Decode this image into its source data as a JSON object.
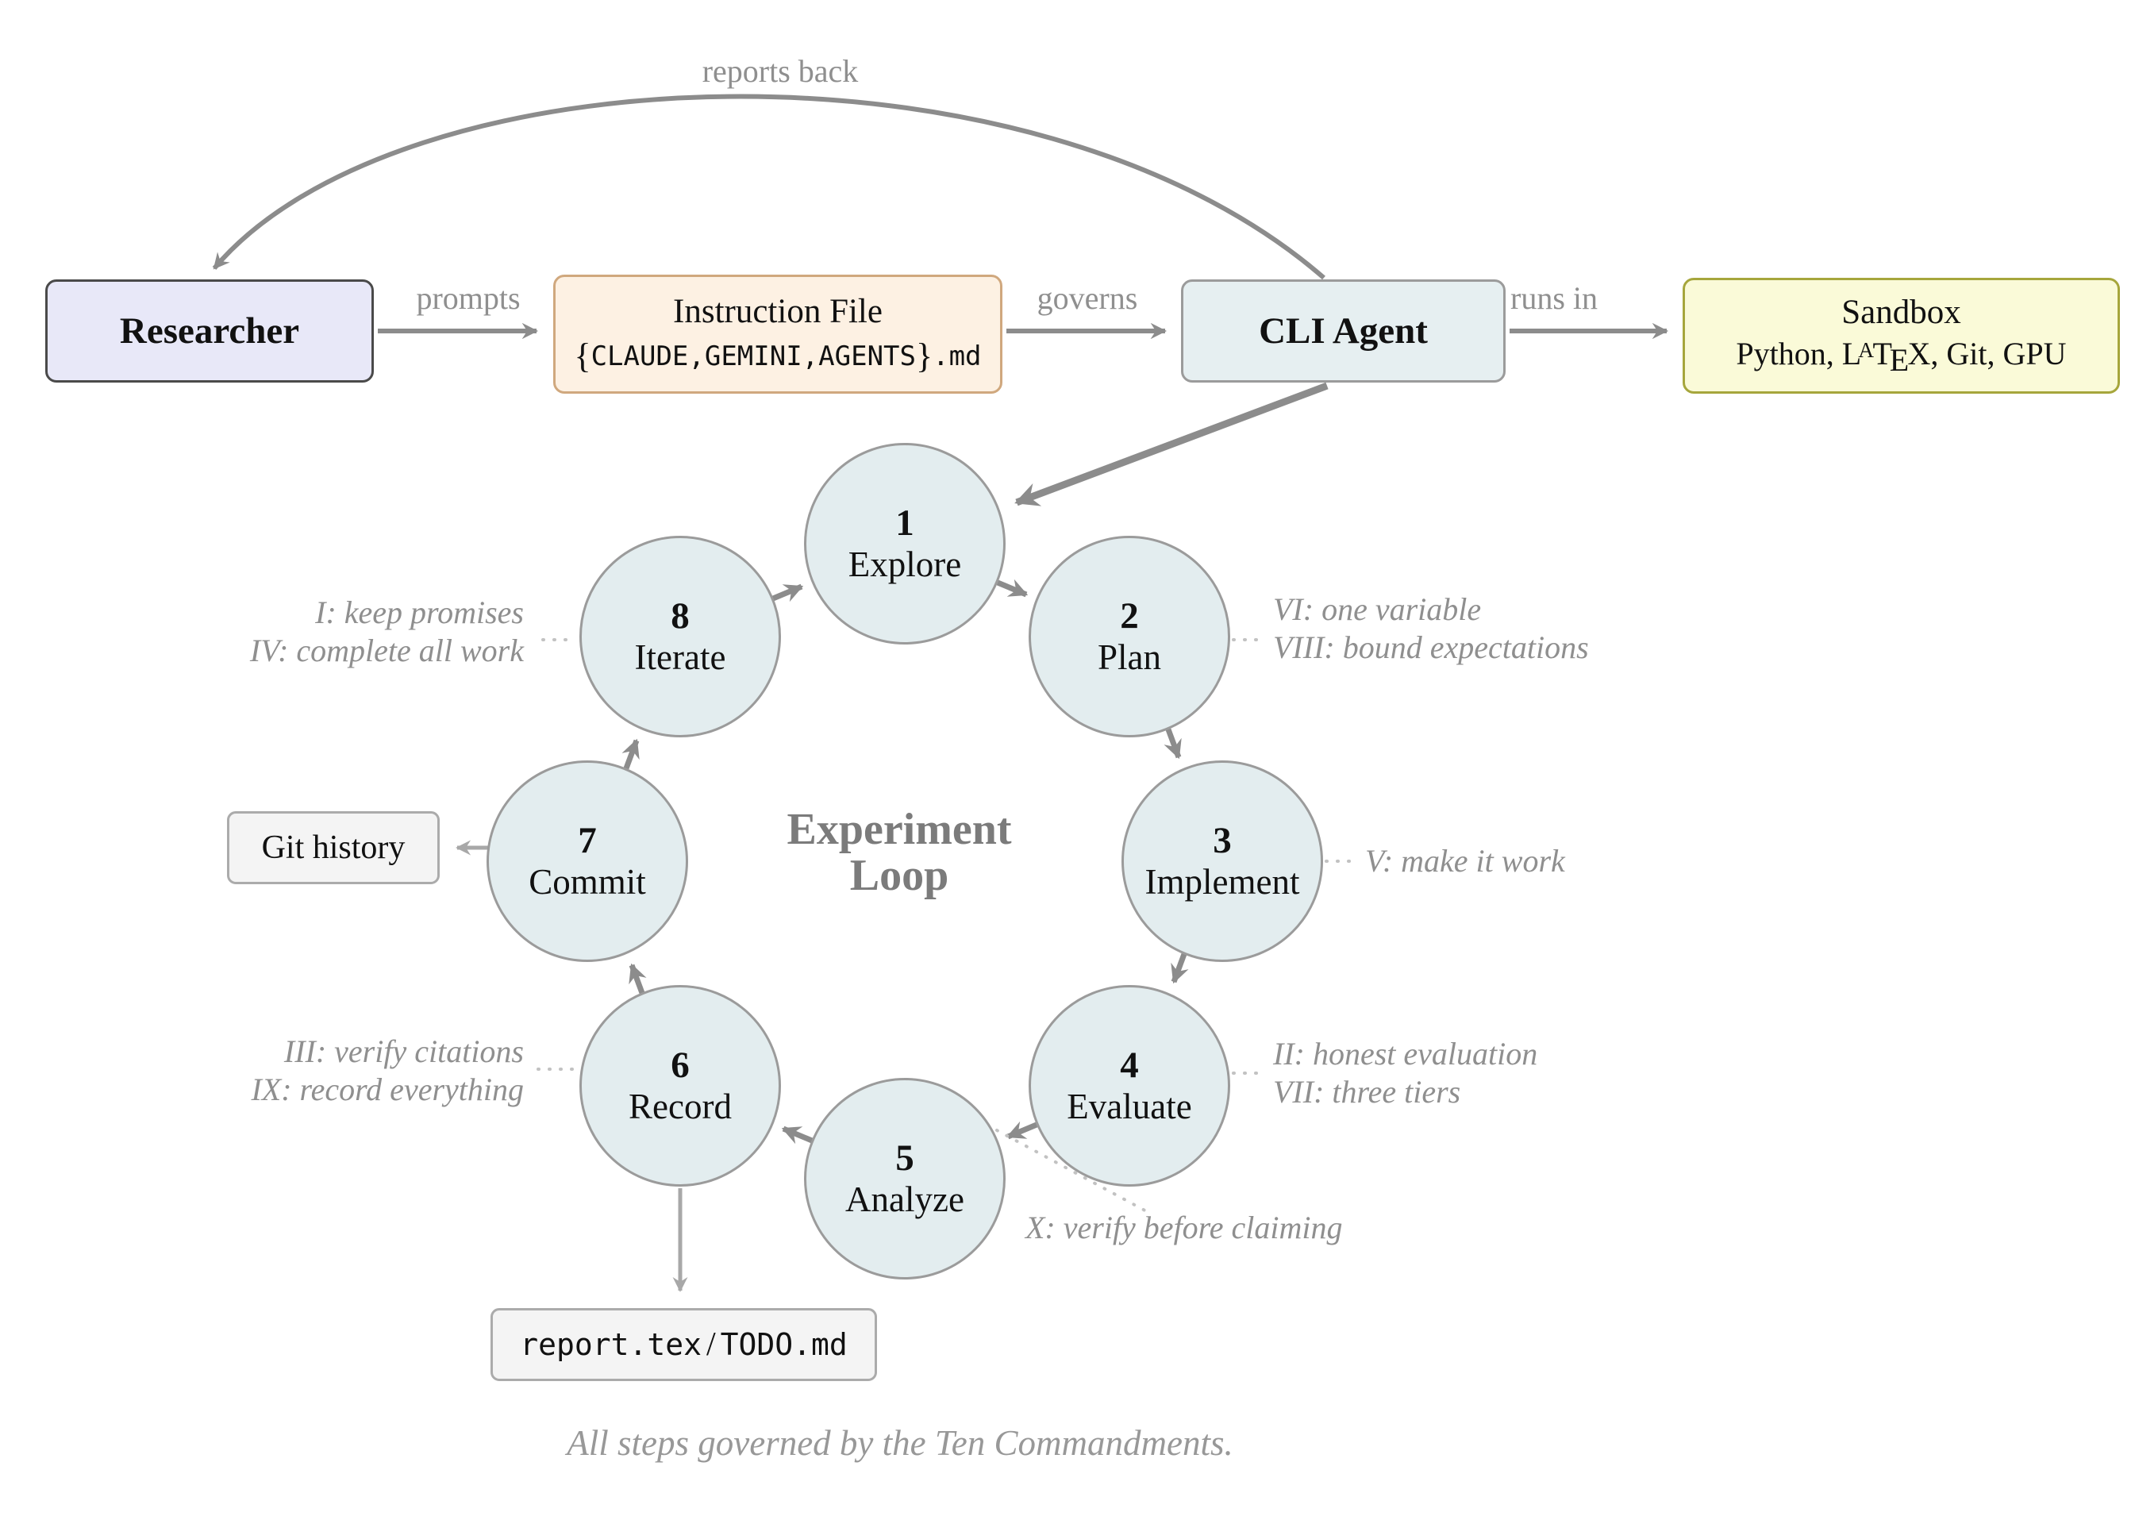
{
  "flow": {
    "reports_back_label": "reports back",
    "researcher_label": "Researcher",
    "prompts_label": "prompts",
    "instruction": {
      "title": "Instruction File",
      "brace_open": "{",
      "files": "CLAUDE,GEMINI,AGENTS",
      "brace_close": "}",
      "ext": ".md"
    },
    "governs_label": "governs",
    "cli_label": "CLI Agent",
    "runs_in_label": "runs in",
    "sandbox": {
      "title": "Sandbox",
      "tools_prefix": "Python, ",
      "latex_logo": {
        "L": "L",
        "A": "A",
        "T": "T",
        "E": "E",
        "X": "X"
      },
      "tools_suffix": ", Git, GPU"
    }
  },
  "loop": {
    "center_line1": "Experiment",
    "center_line2": "Loop",
    "steps": [
      {
        "num": "1",
        "label": "Explore"
      },
      {
        "num": "2",
        "label": "Plan"
      },
      {
        "num": "3",
        "label": "Implement"
      },
      {
        "num": "4",
        "label": "Evaluate"
      },
      {
        "num": "5",
        "label": "Analyze"
      },
      {
        "num": "6",
        "label": "Record"
      },
      {
        "num": "7",
        "label": "Commit"
      },
      {
        "num": "8",
        "label": "Iterate"
      }
    ]
  },
  "annotations": {
    "iterate": [
      "I: keep promises",
      "IV: complete all work"
    ],
    "plan": [
      "VI: one variable",
      "VIII: bound expectations"
    ],
    "implement": [
      "V: make it work"
    ],
    "evaluate": [
      "II: honest evaluation",
      "VII: three tiers"
    ],
    "analyze": [
      "X: verify before claiming"
    ],
    "record": [
      "III: verify citations",
      "IX: record everything"
    ]
  },
  "artifacts": {
    "git_history": "Git history",
    "report_left": "report.tex",
    "report_sep": "/",
    "report_right": "TODO.md"
  },
  "caption": "All steps governed by the Ten Commandments.",
  "colors": {
    "researcher_fill": "#e8e8f8",
    "instruction_fill": "#fdf1e3",
    "instruction_border": "#d0a87e",
    "cli_fill": "#e6eff1",
    "sandbox_fill": "#fafad8",
    "sandbox_border": "#a6a63c",
    "step_fill": "#e3edef",
    "artifact_fill": "#f4f4f4",
    "arrow_gray": "#8c8c8c",
    "light_arrow_gray": "#a8a8a8",
    "annotation_gray": "#8f8f8f"
  }
}
